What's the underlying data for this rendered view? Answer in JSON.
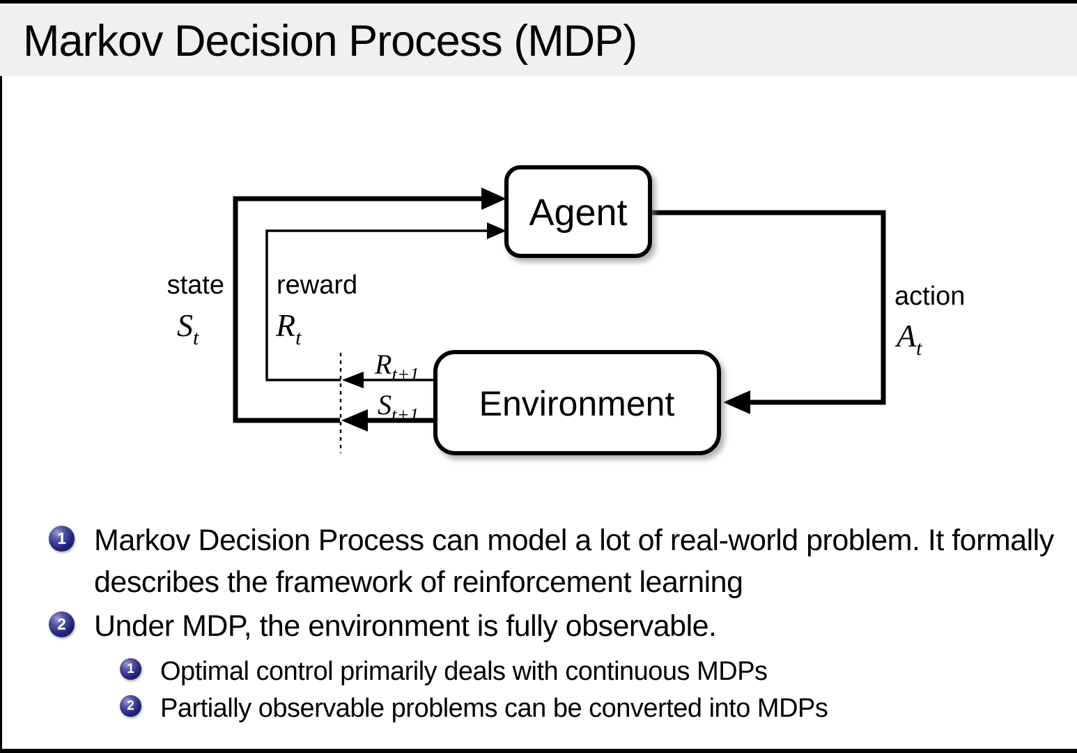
{
  "slide": {
    "title": "Markov Decision Process (MDP)",
    "bullets": [
      {
        "number": "1",
        "text": "Markov Decision Process can model a lot of real-world problem. It formally describes the framework of reinforcement learning"
      },
      {
        "number": "2",
        "text": "Under MDP, the environment is fully observable.",
        "sub": [
          {
            "number": "1",
            "text": "Optimal control primarily deals with continuous MDPs"
          },
          {
            "number": "2",
            "text": "Partially observable problems can be converted into MDPs"
          }
        ]
      }
    ]
  },
  "diagram": {
    "agent_label": "Agent",
    "environment_label": "Environment",
    "state_label": "state",
    "state_symbol": "S",
    "state_sub": "t",
    "reward_label": "reward",
    "reward_symbol": "R",
    "reward_sub": "t",
    "action_label": "action",
    "action_symbol": "A",
    "action_sub": "t",
    "next_reward_symbol": "R",
    "next_reward_sub": "t+1",
    "next_state_symbol": "S",
    "next_state_sub": "t+1"
  },
  "colors": {
    "header_bg": "#f0f0f1",
    "line": "#000000",
    "box_fill": "#ffffff",
    "badge_dark": "#23237c",
    "badge_highlight": "#9c9cd4",
    "text": "#000000"
  }
}
